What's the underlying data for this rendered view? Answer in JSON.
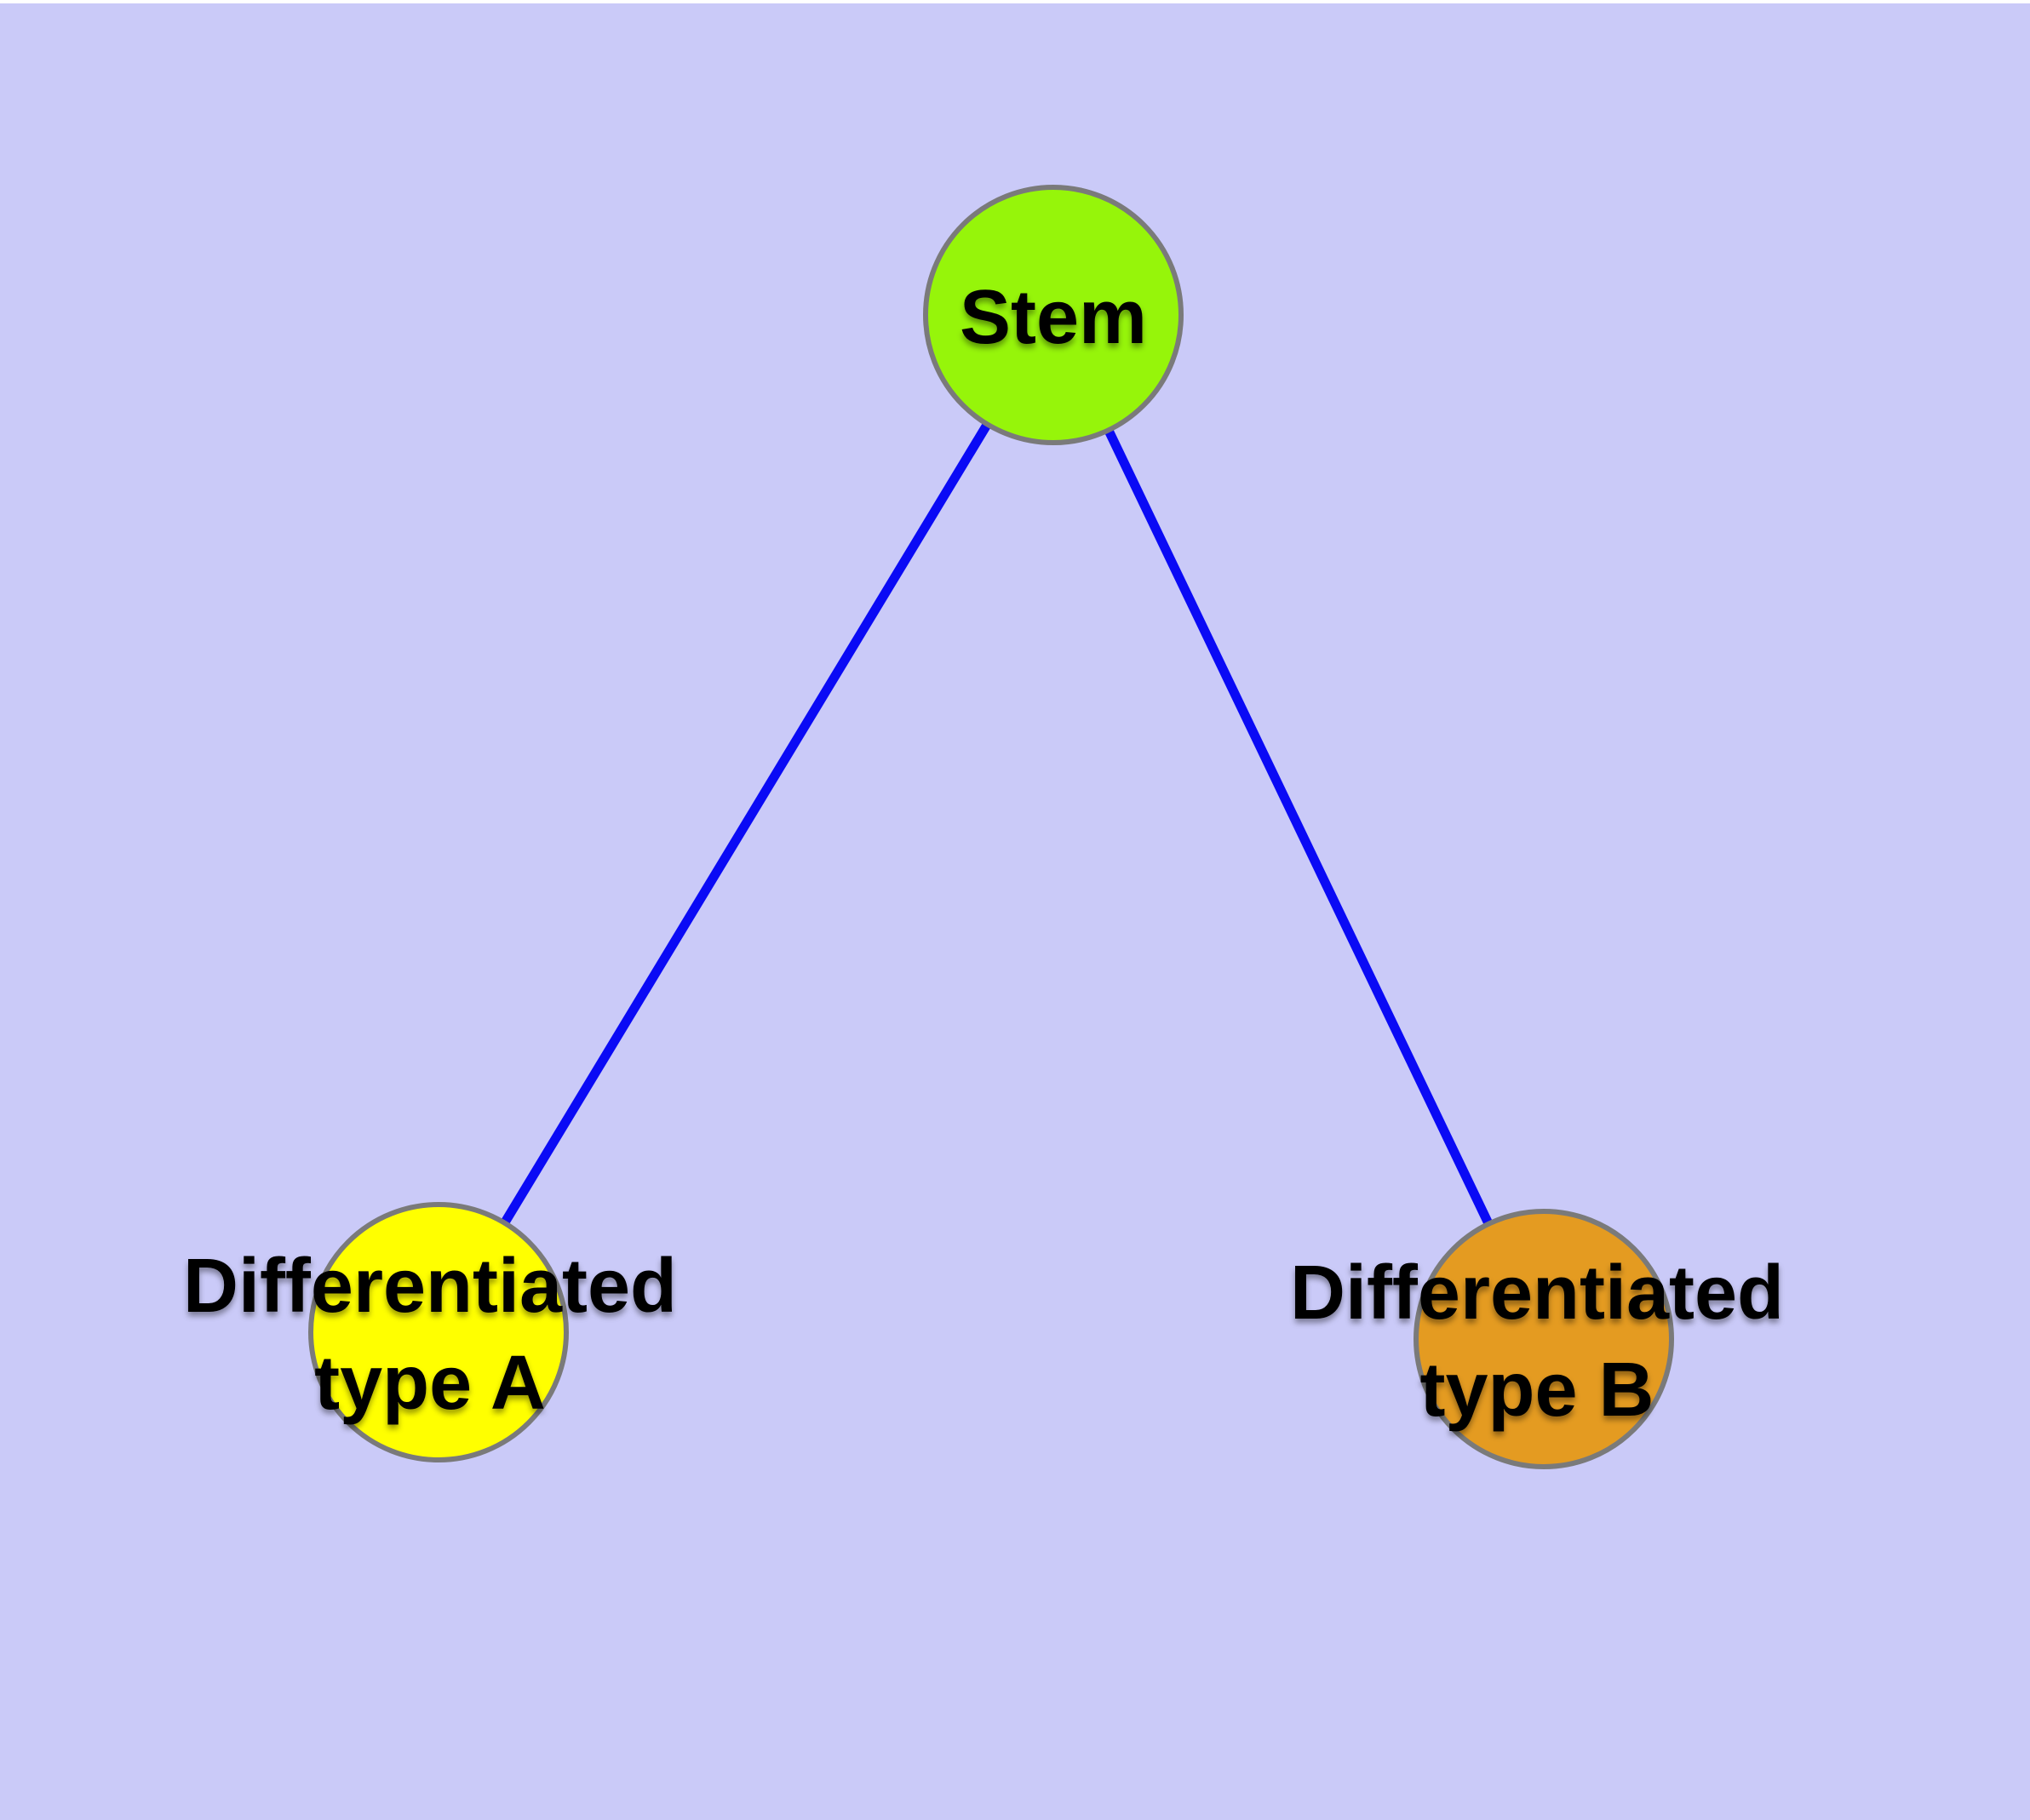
{
  "canvas": {
    "top_margin_color": "#ffffff",
    "background_color": "#cacaf8"
  },
  "graph": {
    "text_color": "#000000",
    "node_border_color": "#7a7a7a",
    "edge_color": "#0a0af5",
    "nodes": [
      {
        "id": "stem",
        "label": "Stem",
        "fill": "#96f50a"
      },
      {
        "id": "differentiated-type-a",
        "label_lines": [
          "Differentiated",
          "type A"
        ],
        "fill": "#ffff00"
      },
      {
        "id": "differentiated-type-b",
        "label_lines": [
          "Differentiated",
          "type B"
        ],
        "fill": "#e49b21"
      }
    ],
    "edges": [
      {
        "from": "stem",
        "to": "differentiated-type-a"
      },
      {
        "from": "stem",
        "to": "differentiated-type-b"
      }
    ]
  }
}
